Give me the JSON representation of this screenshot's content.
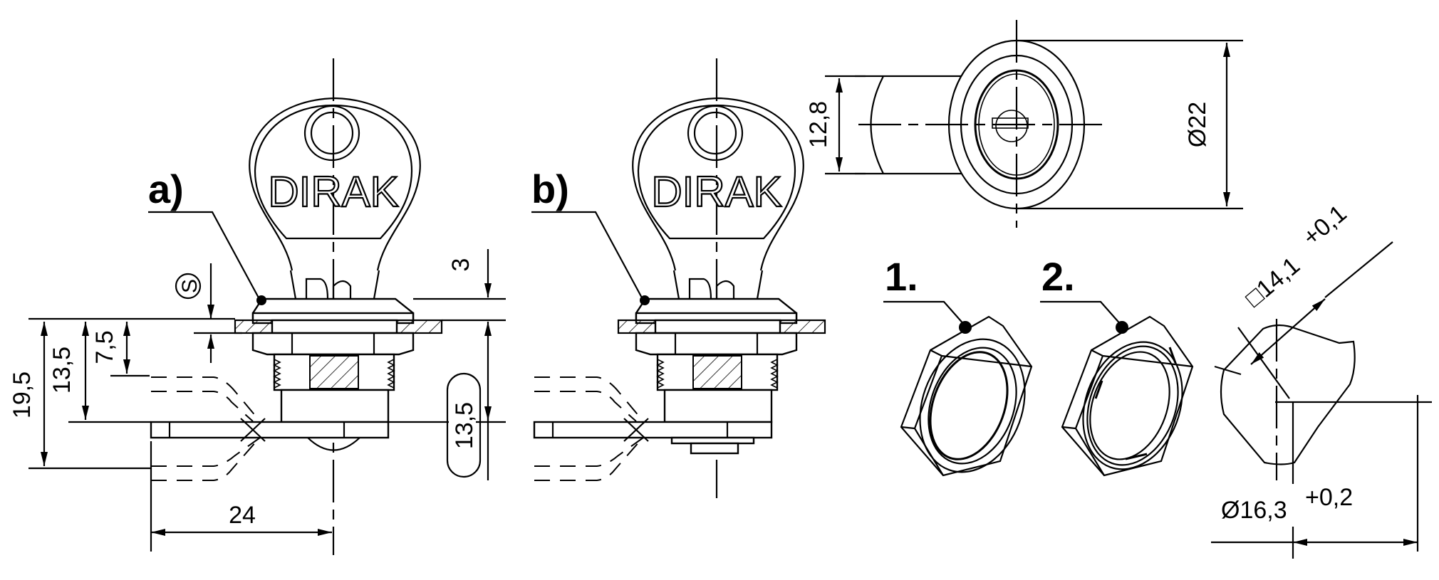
{
  "drawing": {
    "title": "DIRAK cam lock technical drawing",
    "key_brand": "DIRAK",
    "variants": [
      {
        "label": "a)",
        "description_mark": "S"
      },
      {
        "label": "b)"
      }
    ],
    "nut_labels": [
      "1.",
      "2."
    ],
    "dimensions": {
      "s_symbol": "S",
      "height_19_5": "19,5",
      "height_13_5_left": "13,5",
      "height_7_5": "7,5",
      "cam_offset_24": "24",
      "top_3": "3",
      "boxed_13_5": "13,5",
      "front_12_8": "12,8",
      "front_dia_22": "Ø22",
      "square_14_1": "□14,1",
      "square_tol": "+0,1",
      "dia_16_3": "Ø16,3",
      "dia_tol": "+0,2"
    },
    "colors": {
      "ink": "#000000",
      "paper": "#ffffff",
      "hatch": "#000000"
    }
  }
}
